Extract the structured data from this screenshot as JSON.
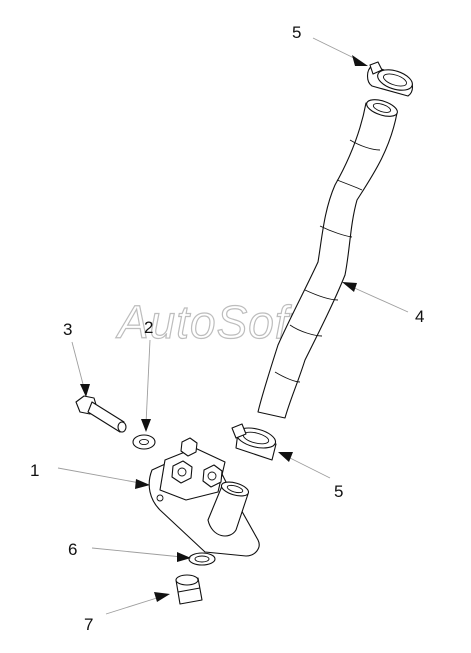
{
  "watermark": "AutoSoft",
  "callouts": {
    "c1": "1",
    "c2": "2",
    "c3": "3",
    "c4": "4",
    "c5_top": "5",
    "c5_bottom": "5",
    "c6": "6",
    "c7": "7"
  },
  "colors": {
    "line": "#111111",
    "leader": "#9e9e9e",
    "watermark": "#bdbdbd",
    "highlight": "#e8e070"
  }
}
